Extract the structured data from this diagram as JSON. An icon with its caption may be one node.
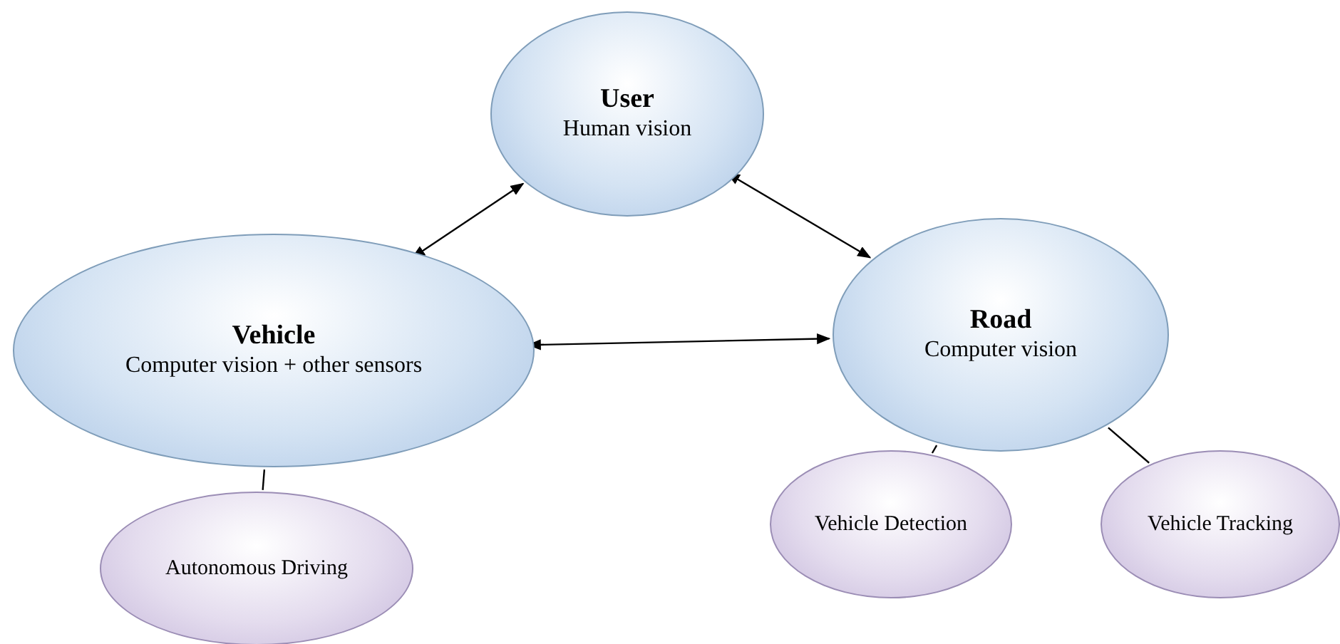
{
  "diagram": {
    "nodes": [
      {
        "text": [
          "User",
          "Human vision"
        ]
      },
      {
        "text": [
          "Vehicle",
          "Computer vision + other sensors"
        ]
      },
      {
        "text": [
          "Road",
          "Computer vision"
        ]
      },
      {
        "text": [
          "Autonomous Driving"
        ]
      },
      {
        "text": [
          "Vehicle Detection"
        ]
      },
      {
        "text": [
          "Vehicle Tracking"
        ]
      }
    ],
    "edges": [
      {
        "from": 1,
        "to": 0,
        "arrow": "both"
      },
      {
        "from": 0,
        "to": 2,
        "arrow": "both"
      },
      {
        "from": 1,
        "to": 2,
        "arrow": "both"
      },
      {
        "from": 1,
        "to": 3,
        "arrow": "none"
      },
      {
        "from": 2,
        "to": 4,
        "arrow": "none"
      },
      {
        "from": 2,
        "to": 5,
        "arrow": "none"
      }
    ]
  }
}
